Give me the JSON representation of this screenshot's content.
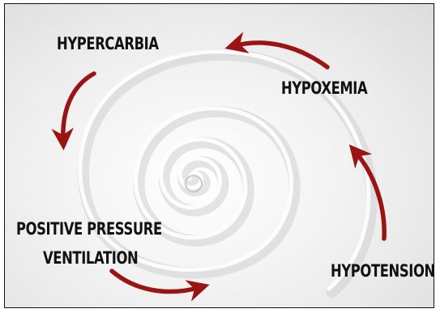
{
  "cycle": {
    "labels": {
      "hypercarbia": "HYPERCARBIA",
      "hypoxemia": "HYPOXEMIA",
      "positive_pressure_line1": "POSITIVE PRESSURE",
      "positive_pressure_line2": "VENTILATION",
      "hypotension": "HYPOTENSION"
    },
    "colors": {
      "arrow": "#9b1414",
      "text": "#111111",
      "border": "#111111"
    }
  }
}
